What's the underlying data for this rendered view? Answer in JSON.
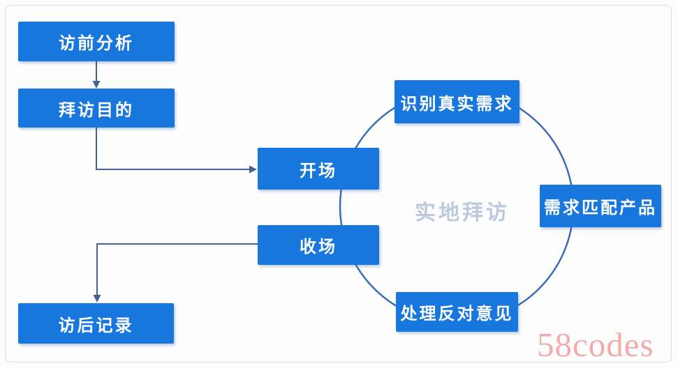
{
  "diagram": {
    "nodes": [
      {
        "id": "pre-visit-analysis",
        "label": "访前分析"
      },
      {
        "id": "visit-purpose",
        "label": "拜访目的"
      },
      {
        "id": "opening",
        "label": "开场"
      },
      {
        "id": "closing",
        "label": "收场"
      },
      {
        "id": "post-visit-record",
        "label": "访后记录"
      },
      {
        "id": "identify-real-needs",
        "label": "识别真实需求"
      },
      {
        "id": "match-needs-to-products",
        "label": "需求匹配产品"
      },
      {
        "id": "handle-objections",
        "label": "处理反对意见"
      }
    ],
    "edges": [
      {
        "from": "访前分析",
        "to": "拜访目的",
        "type": "arrow"
      },
      {
        "from": "拜访目的",
        "to": "开场",
        "type": "arrow"
      },
      {
        "from": "收场",
        "to": "访后记录",
        "type": "arrow"
      }
    ],
    "cycle": [
      "开场",
      "识别真实需求",
      "需求匹配产品",
      "处理反对意见",
      "收场"
    ],
    "center_label": "实地拜访",
    "watermark": "58codes",
    "colors": {
      "node_fill": "#1877dc",
      "node_text": "#ffffff",
      "connector": "#44618f",
      "circle_stroke": "#3a6cb4",
      "center_label": "#bdc9df",
      "watermark": "#f3acac",
      "frame_border": "#dcdcdc",
      "background": "#fdfdfe"
    }
  }
}
